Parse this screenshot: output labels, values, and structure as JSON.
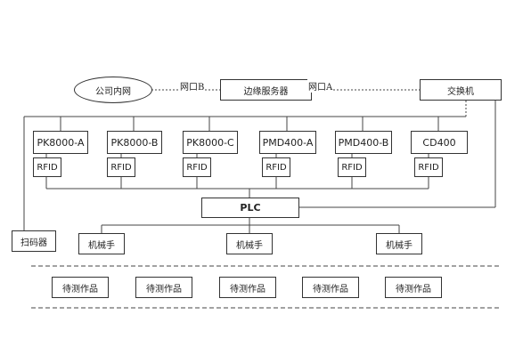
{
  "top": {
    "company_intranet": "公司内网",
    "port_b": "网口B",
    "edge_server": "边缘服务器",
    "port_a": "网口A",
    "switch": "交换机"
  },
  "devices": [
    "PK8000-A",
    "PK8000-B",
    "PK8000-C",
    "PMD400-A",
    "PMD400-B",
    "CD400"
  ],
  "rfid_label": "RFID",
  "plc": "PLC",
  "scanner": "扫码器",
  "robots": [
    "机械手",
    "机械手",
    "机械手"
  ],
  "workpieces": [
    "待测作品",
    "待测作品",
    "待测作品",
    "待测作品",
    "待测作品"
  ]
}
